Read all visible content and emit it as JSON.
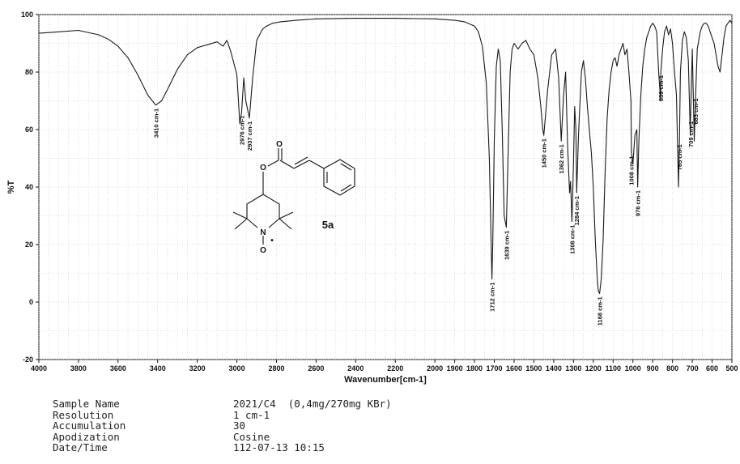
{
  "chart_data": {
    "type": "line",
    "title": "",
    "xlabel": "Wavenumber[cm-1]",
    "ylabel": "%T",
    "xlim": [
      4000,
      500
    ],
    "ylim": [
      -20,
      100
    ],
    "x_reversed": true,
    "grid": true,
    "x_ticks": [
      4000,
      3800,
      3600,
      3400,
      3200,
      3000,
      2800,
      2600,
      2400,
      2200,
      2000,
      1900,
      1800,
      1700,
      1600,
      1500,
      1400,
      1300,
      1200,
      1100,
      1000,
      900,
      800,
      700,
      600,
      500
    ],
    "y_ticks": [
      100,
      80,
      60,
      40,
      20,
      0,
      -20
    ],
    "series": [
      {
        "color": "#1a1a1a",
        "x": [
          4000,
          3900,
          3800,
          3700,
          3650,
          3600,
          3550,
          3500,
          3450,
          3410,
          3380,
          3350,
          3300,
          3250,
          3200,
          3150,
          3100,
          3070,
          3050,
          3030,
          3000,
          2985,
          2976,
          2965,
          2955,
          2937,
          2920,
          2900,
          2870,
          2850,
          2820,
          2780,
          2700,
          2600,
          2400,
          2200,
          2000,
          1900,
          1850,
          1800,
          1780,
          1760,
          1740,
          1725,
          1715,
          1712,
          1708,
          1700,
          1690,
          1680,
          1670,
          1660,
          1650,
          1639,
          1630,
          1620,
          1610,
          1600,
          1580,
          1560,
          1540,
          1520,
          1500,
          1480,
          1465,
          1455,
          1450,
          1445,
          1430,
          1410,
          1390,
          1375,
          1362,
          1350,
          1340,
          1330,
          1320,
          1315,
          1308,
          1300,
          1294,
          1288,
          1284,
          1275,
          1260,
          1250,
          1240,
          1230,
          1220,
          1210,
          1200,
          1190,
          1180,
          1175,
          1168,
          1160,
          1150,
          1140,
          1130,
          1120,
          1110,
          1100,
          1090,
          1080,
          1070,
          1060,
          1050,
          1040,
          1030,
          1020,
          1010,
          1008,
          1000,
          990,
          980,
          976,
          970,
          960,
          950,
          940,
          930,
          920,
          910,
          900,
          890,
          880,
          870,
          860,
          859,
          850,
          840,
          830,
          820,
          810,
          800,
          790,
          780,
          770,
          765,
          760,
          750,
          740,
          730,
          720,
          710,
          709,
          700,
          690,
          683,
          675,
          660,
          650,
          640,
          630,
          620,
          610,
          600,
          590,
          580,
          570,
          560,
          550,
          540,
          530,
          520,
          510,
          500
        ],
        "y": [
          93.5,
          94,
          94.5,
          93,
          91.5,
          89,
          85,
          79,
          72,
          68.5,
          70,
          74,
          81,
          86,
          88.5,
          89.5,
          90.5,
          89,
          91,
          87,
          79,
          62,
          66,
          78,
          70,
          64,
          78,
          91,
          95,
          96,
          97,
          97.5,
          98,
          98.5,
          98.7,
          98.7,
          98.5,
          98,
          97.5,
          96,
          94,
          89,
          76,
          50,
          18,
          8,
          20,
          56,
          82,
          88,
          84,
          60,
          30,
          26,
          52,
          80,
          88,
          90,
          88,
          90,
          91,
          88,
          86,
          78,
          68,
          60,
          58,
          62,
          74,
          86,
          88,
          78,
          56,
          72,
          80,
          55,
          38,
          42,
          28,
          48,
          68,
          60,
          38,
          58,
          80,
          84,
          78,
          68,
          60,
          52,
          40,
          22,
          8,
          4,
          3,
          8,
          22,
          46,
          64,
          74,
          80,
          84,
          85,
          82,
          86,
          88,
          90,
          86,
          88,
          80,
          70,
          52,
          48,
          58,
          60,
          40,
          56,
          72,
          82,
          88,
          92,
          94,
          96,
          97,
          96,
          94,
          80,
          70,
          80,
          88,
          94,
          96,
          93,
          95,
          90,
          80,
          72,
          40,
          56,
          80,
          91,
          94,
          92,
          84,
          58,
          64,
          88,
          56,
          72,
          88,
          94,
          96,
          97,
          97,
          96,
          94,
          92,
          90,
          86,
          82,
          80,
          86,
          92,
          96,
          97,
          98,
          97
        ]
      }
    ],
    "annotations": [
      {
        "label": "3410 cm-1",
        "x": 3410
      },
      {
        "label": "2976 cm-1",
        "x": 2976
      },
      {
        "label": "2937 cm-1",
        "x": 2937
      },
      {
        "label": "1712 cm-1",
        "x": 1712
      },
      {
        "label": "1639 cm-1",
        "x": 1639
      },
      {
        "label": "1450 cm-1",
        "x": 1450
      },
      {
        "label": "1362 cm-1",
        "x": 1362
      },
      {
        "label": "1308 cm-1",
        "x": 1308
      },
      {
        "label": "1284 cm-1",
        "x": 1284
      },
      {
        "label": "1168 cm-1",
        "x": 1168
      },
      {
        "label": "1008 cm-1",
        "x": 1008
      },
      {
        "label": "976 cm-1",
        "x": 976
      },
      {
        "label": "859 cm-1",
        "x": 859
      },
      {
        "label": "765 cm-1",
        "x": 765
      },
      {
        "label": "709 cm-1",
        "x": 709
      },
      {
        "label": "683 cm-1",
        "x": 683
      }
    ]
  },
  "structure": {
    "compound_label": "5a",
    "atom_labels": [
      "O",
      "O",
      "N",
      "O"
    ],
    "radical_marker": "•"
  },
  "metadata": [
    {
      "key": "Sample Name",
      "value": "2021/C4  (0,4mg/270mg KBr)"
    },
    {
      "key": "Resolution",
      "value": "1 cm-1"
    },
    {
      "key": "Accumulation",
      "value": "30"
    },
    {
      "key": "Apodization",
      "value": "Cosine"
    },
    {
      "key": "Date/Time",
      "value": "112-07-13 10:15"
    }
  ]
}
